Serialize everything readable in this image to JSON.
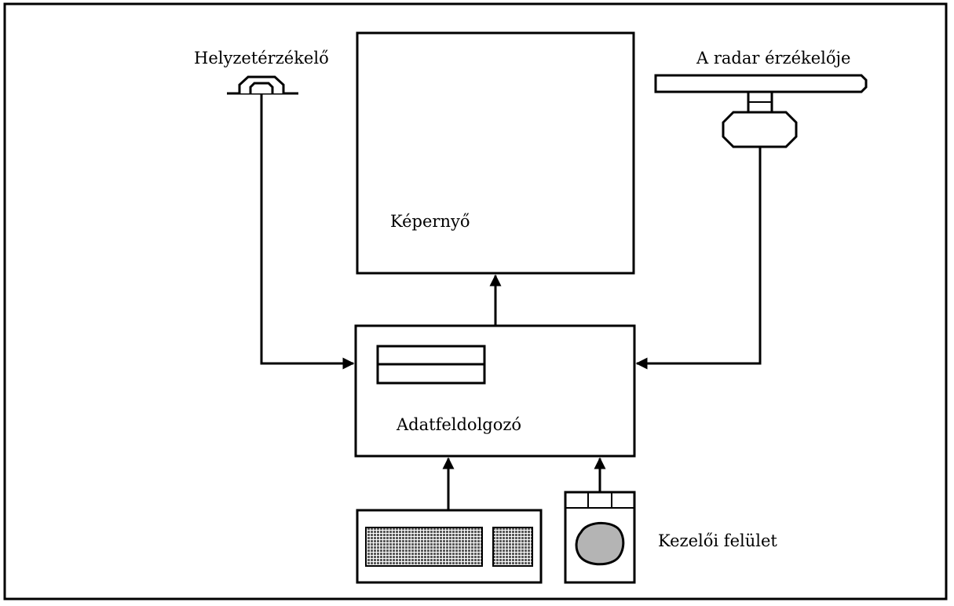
{
  "labels": {
    "position_sensor": "Helyzetérzékelő",
    "radar_sensor": "A radar érzékelője",
    "screen": "Képernyő",
    "data_processor": "Adatfeldolgozó",
    "operator_interface": "Kezelői felület"
  },
  "colors": {
    "stroke": "#000000",
    "keypad": "#5a5a5a",
    "trackball": "#b4b4b4"
  },
  "icons": {
    "position_sensor": "antenna-dome-icon",
    "radar_sensor": "radar-antenna-icon",
    "keyboard": "keyboard-icon",
    "trackball": "trackball-icon"
  }
}
